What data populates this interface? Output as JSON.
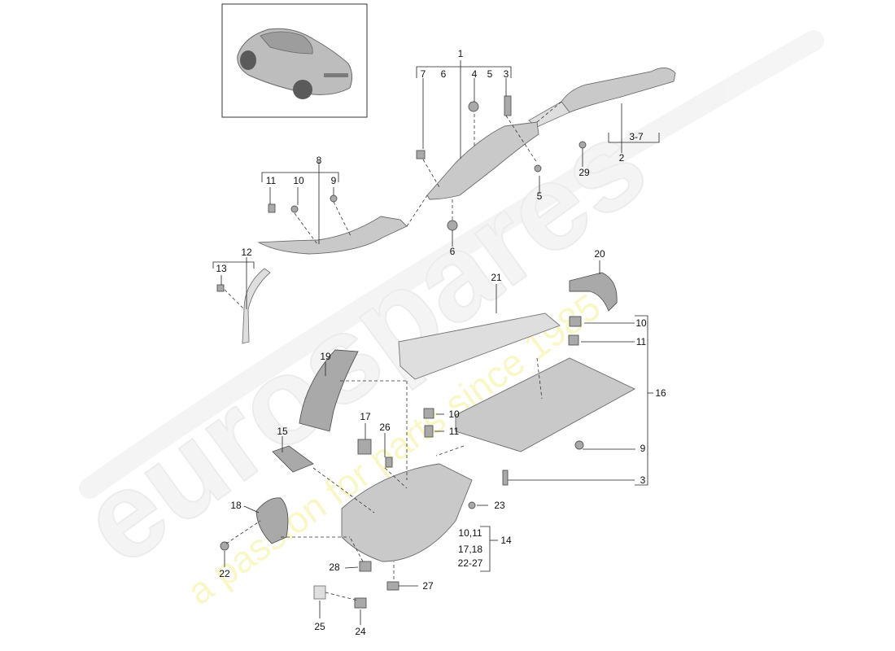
{
  "watermark": {
    "brand": "eurospares",
    "tagline": "a passion for parts since 1985"
  },
  "callouts": [
    {
      "id": "c1",
      "text": "1"
    },
    {
      "id": "c7",
      "text": "7"
    },
    {
      "id": "c6a",
      "text": "6"
    },
    {
      "id": "c4",
      "text": "4"
    },
    {
      "id": "c5a",
      "text": "5"
    },
    {
      "id": "c3a",
      "text": "3"
    },
    {
      "id": "c5b",
      "text": "5"
    },
    {
      "id": "c6b",
      "text": "6"
    },
    {
      "id": "c37",
      "text": "3-7"
    },
    {
      "id": "c2",
      "text": "2"
    },
    {
      "id": "c29",
      "text": "29"
    },
    {
      "id": "c8",
      "text": "8"
    },
    {
      "id": "c11a",
      "text": "11"
    },
    {
      "id": "c10a",
      "text": "10"
    },
    {
      "id": "c9a",
      "text": "9"
    },
    {
      "id": "c12",
      "text": "12"
    },
    {
      "id": "c13",
      "text": "13"
    },
    {
      "id": "c20",
      "text": "20"
    },
    {
      "id": "c21",
      "text": "21"
    },
    {
      "id": "c10b",
      "text": "10"
    },
    {
      "id": "c11b",
      "text": "11"
    },
    {
      "id": "c16",
      "text": "16"
    },
    {
      "id": "c19",
      "text": "19"
    },
    {
      "id": "c10c",
      "text": "10"
    },
    {
      "id": "c11c",
      "text": "11"
    },
    {
      "id": "c17",
      "text": "17"
    },
    {
      "id": "c26",
      "text": "26"
    },
    {
      "id": "c15",
      "text": "15"
    },
    {
      "id": "c9b",
      "text": "9"
    },
    {
      "id": "c3b",
      "text": "3"
    },
    {
      "id": "c23",
      "text": "23"
    },
    {
      "id": "c18",
      "text": "18"
    },
    {
      "id": "c1011",
      "text": "10,11"
    },
    {
      "id": "c14",
      "text": "14"
    },
    {
      "id": "c1718",
      "text": "17,18"
    },
    {
      "id": "c2227",
      "text": "22-27"
    },
    {
      "id": "c22",
      "text": "22"
    },
    {
      "id": "c28",
      "text": "28"
    },
    {
      "id": "c27",
      "text": "27"
    },
    {
      "id": "c25",
      "text": "25"
    },
    {
      "id": "c24",
      "text": "24"
    }
  ]
}
